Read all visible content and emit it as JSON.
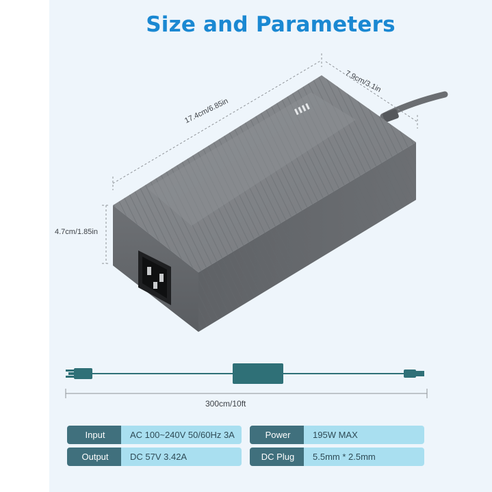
{
  "title": "Size and Parameters",
  "dimensions": {
    "length": "17.4cm/6.85in",
    "width": "7.9cm/3.1in",
    "height": "4.7cm/1.85in",
    "cable_length": "300cm/10ft"
  },
  "specs": [
    {
      "label": "Input",
      "value": "AC 100~240V 50/60Hz 3A"
    },
    {
      "label": "Power",
      "value": "195W MAX"
    },
    {
      "label": "Output",
      "value": "DC 57V 3.42A"
    },
    {
      "label": "DC Plug",
      "value": "5.5mm * 2.5mm"
    }
  ],
  "colors": {
    "title": "#1a88d2",
    "background": "#eef5fb",
    "label_fill": "#40707d",
    "value_fill": "#a9dff0",
    "adapter_body": "#7a7d81",
    "cable": "#2f7077"
  },
  "icons": [
    "ac-socket-icon",
    "power-adapter-image",
    "cable-diagram",
    "three-prong-plug-icon",
    "dc-connector-icon"
  ]
}
